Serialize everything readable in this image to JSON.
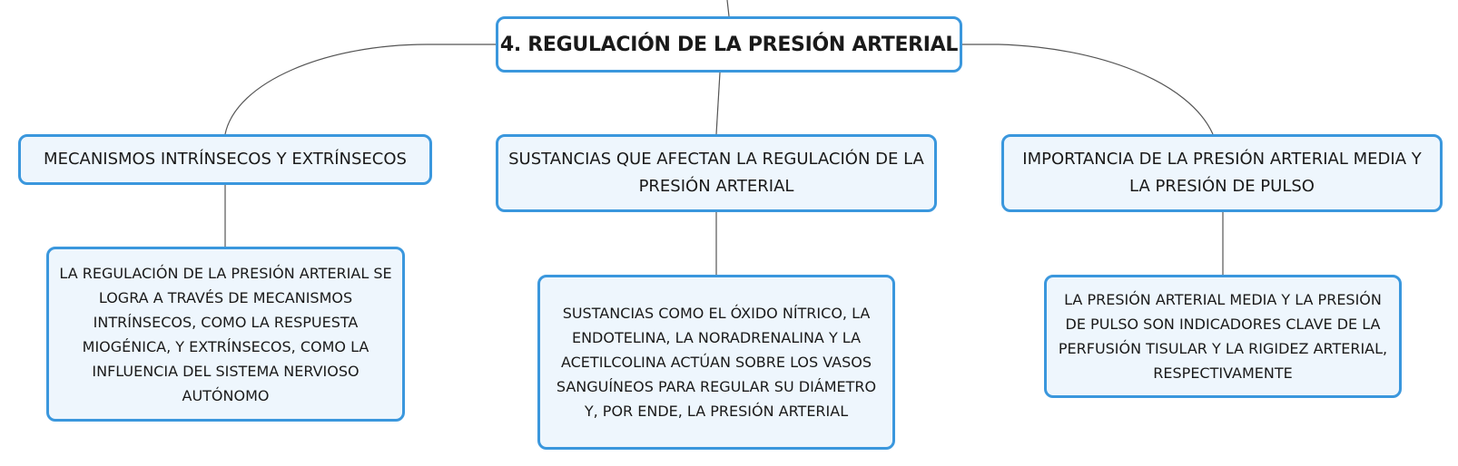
{
  "root": {
    "label": "4. REGULACIÓN DE LA PRESIÓN ARTERIAL"
  },
  "topics": [
    {
      "label": "MECANISMOS INTRÍNSECOS Y EXTRÍNSECOS"
    },
    {
      "label": "SUSTANCIAS QUE AFECTAN LA REGULACIÓN DE LA PRESIÓN ARTERIAL"
    },
    {
      "label": "IMPORTANCIA DE LA PRESIÓN ARTERIAL MEDIA Y LA PRESIÓN DE PULSO"
    }
  ],
  "details": [
    {
      "text": "LA REGULACIÓN DE LA PRESIÓN ARTERIAL SE LOGRA A TRAVÉS DE MECANISMOS INTRÍNSECOS, COMO LA RESPUESTA MIOGÉNICA, Y EXTRÍNSECOS, COMO LA INFLUENCIA DEL SISTEMA NERVIOSO AUTÓNOMO"
    },
    {
      "text": "SUSTANCIAS COMO EL ÓXIDO NÍTRICO, LA ENDOTELINA, LA NORADRENALINA Y LA ACETILCOLINA ACTÚAN SOBRE LOS VASOS SANGUÍNEOS PARA REGULAR SU DIÁMETRO Y, POR ENDE, LA PRESIÓN ARTERIAL"
    },
    {
      "text": "LA PRESIÓN ARTERIAL MEDIA Y LA PRESIÓN DE PULSO SON INDICADORES CLAVE DE LA PERFUSIÓN TISULAR Y LA RIGIDEZ ARTERIAL, RESPECTIVAMENTE"
    }
  ],
  "colors": {
    "node_border": "#3a97dd",
    "node_fill": "#eef6fd",
    "connector": "#555555"
  }
}
